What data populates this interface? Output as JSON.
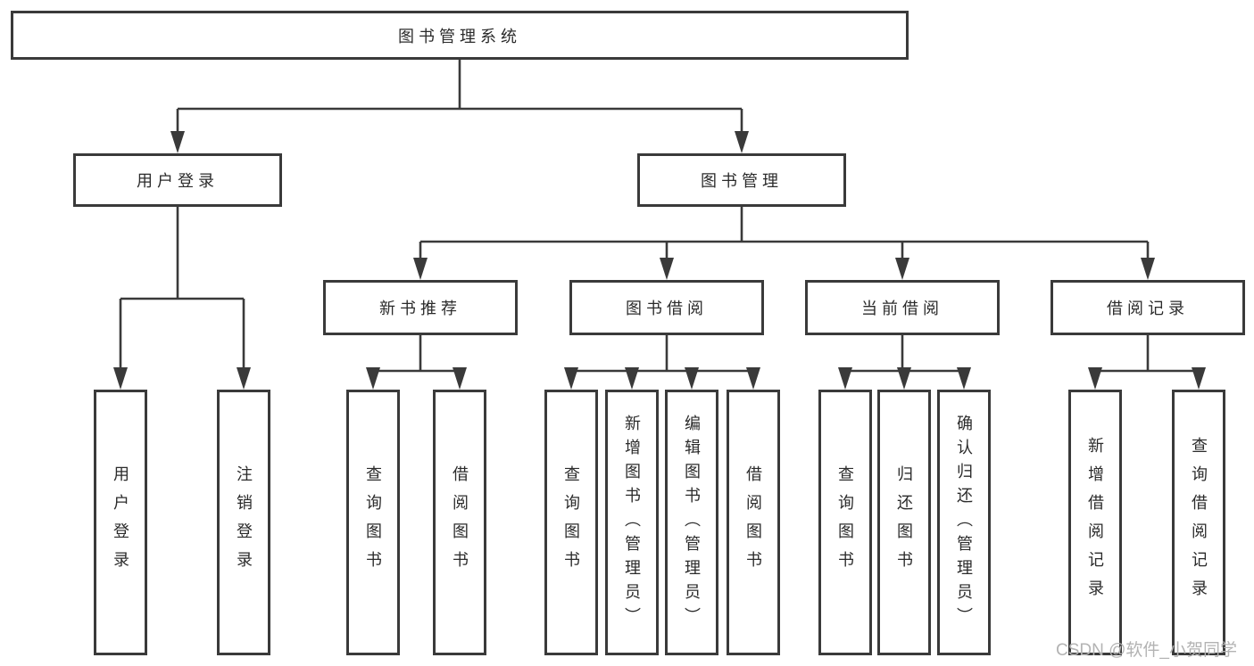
{
  "diagram_type": "functional-structure-tree",
  "colors": {
    "line": "#3a3a3a",
    "box_border": "#3a3a3a",
    "text": "#2b2b2b",
    "background": "#ffffff",
    "watermark": "#b3b3b3"
  },
  "tree": {
    "root": {
      "label": "图书管理系统"
    },
    "level2": [
      {
        "label": "用户登录"
      },
      {
        "label": "图书管理"
      }
    ],
    "level3": [
      {
        "label": "新书推荐"
      },
      {
        "label": "图书借阅"
      },
      {
        "label": "当前借阅"
      },
      {
        "label": "借阅记录"
      }
    ],
    "leaves": {
      "user_login": [
        "用户登录",
        "注销登录"
      ],
      "new_book": [
        "查询图书",
        "借阅图书"
      ],
      "book_borrow": [
        "查询图书",
        "新增图书（管理员）",
        "编辑图书（管理员）",
        "借阅图书"
      ],
      "current_borrow": [
        "查询图书",
        "归还图书",
        "确认归还（管理员）"
      ],
      "borrow_record": [
        "新增借阅记录",
        "查询借阅记录"
      ]
    }
  },
  "watermark": "CSDN @软件_小贺同学"
}
